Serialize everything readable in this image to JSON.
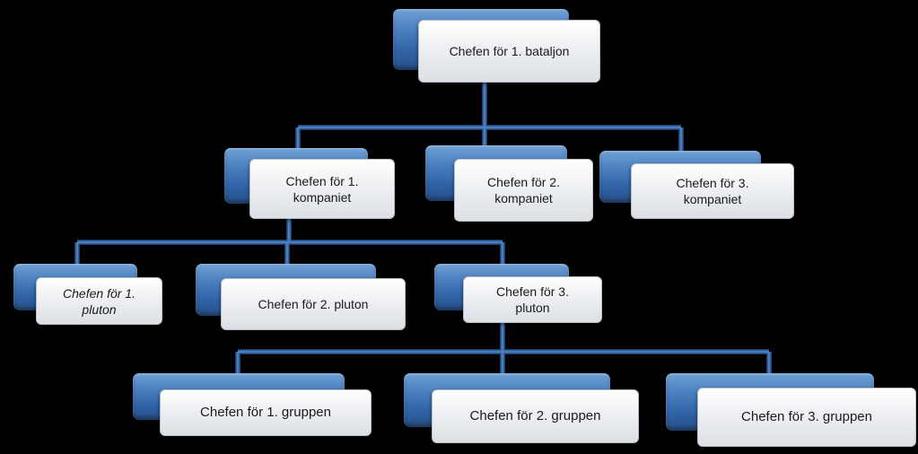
{
  "nodes": {
    "bataljon": "Chefen för 1. bataljon",
    "komp1": "Chefen för 1.\nkompaniet",
    "komp2": "Chefen för 2.\nkompaniet",
    "komp3": "Chefen för 3.\nkompaniet",
    "pluton1": "Chefen för 1.\npluton",
    "pluton2": "Chefen för 2. pluton",
    "pluton3": "Chefen för 3.\npluton",
    "grupp1": "Chefen för 1. gruppen",
    "grupp2": "Chefen för 2. gruppen",
    "grupp3": "Chefen för 3. gruppen"
  },
  "colors": {
    "background": "#000000",
    "connector": "#4a7fbf",
    "box_back": "#3a6fb0",
    "box_front": "#eef0f3"
  }
}
